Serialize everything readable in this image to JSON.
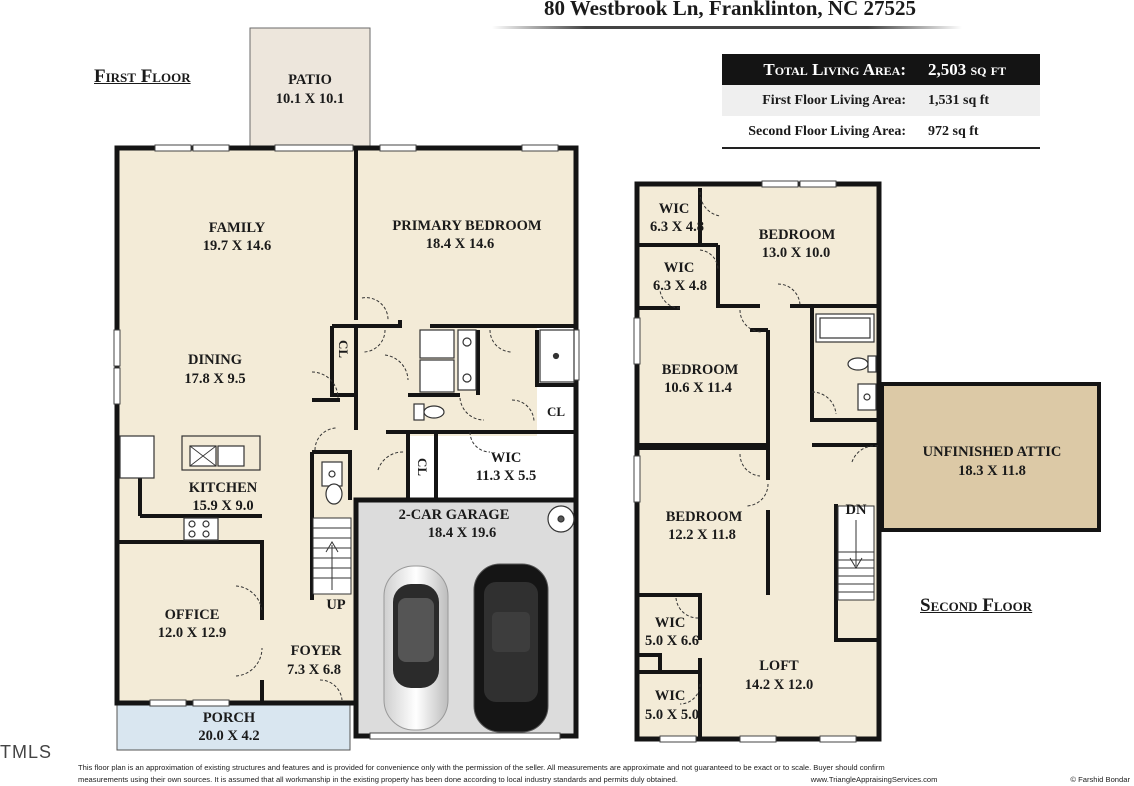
{
  "header": {
    "address": "80 Westbrook Ln, Franklinton, NC 27525"
  },
  "floors": {
    "first_title": "First Floor",
    "second_title": "Second Floor"
  },
  "area_summary": {
    "total_label": "Total Living Area:",
    "total_value": "2,503 sq ft",
    "first_label": "First Floor Living Area:",
    "first_value": "1,531 sq ft",
    "second_label": "Second Floor Living Area:",
    "second_value": "972 sq ft"
  },
  "first_floor_rooms": {
    "patio": {
      "name": "PATIO",
      "dims": "10.1 X 10.1"
    },
    "family": {
      "name": "FAMILY",
      "dims": "19.7 X 14.6"
    },
    "primary_bedroom": {
      "name": "PRIMARY BEDROOM",
      "dims": "18.4 X 14.6"
    },
    "dining": {
      "name": "DINING",
      "dims": "17.8 X 9.5"
    },
    "kitchen": {
      "name": "KITCHEN",
      "dims": "15.9 X 9.0"
    },
    "wic": {
      "name": "WIC",
      "dims": "11.3 X 5.5"
    },
    "garage": {
      "name": "2-CAR GARAGE",
      "dims": "18.4 X 19.6"
    },
    "office": {
      "name": "OFFICE",
      "dims": "12.0 X 12.9"
    },
    "foyer": {
      "name": "FOYER",
      "dims": "7.3 X 6.8"
    },
    "porch": {
      "name": "PORCH",
      "dims": "20.0 X 4.2"
    },
    "closet_a": "CL",
    "closet_b": "CL",
    "closet_c": "CL",
    "stairs_up": "UP"
  },
  "second_floor_rooms": {
    "wic_1": {
      "name": "WIC",
      "dims": "6.3 X 4.8"
    },
    "wic_2": {
      "name": "WIC",
      "dims": "6.3 X 4.8"
    },
    "bedroom_1": {
      "name": "BEDROOM",
      "dims": "13.0 X 10.0"
    },
    "bedroom_2": {
      "name": "BEDROOM",
      "dims": "10.6 X 11.4"
    },
    "bedroom_3": {
      "name": "BEDROOM",
      "dims": "12.2 X 11.8"
    },
    "attic": {
      "name": "UNFINISHED ATTIC",
      "dims": "18.3 X 11.8"
    },
    "wic_3": {
      "name": "WIC",
      "dims": "5.0 X 6.6"
    },
    "wic_4": {
      "name": "WIC",
      "dims": "5.0 X 5.0"
    },
    "loft": {
      "name": "LOFT",
      "dims": "14.2 X 12.0"
    },
    "stairs_down": "DN"
  },
  "footer": {
    "line1": "This floor plan is an approximation of existing structures and features and is provided for convenience only with the permission of the seller.  All measurements are approximate and not guaranteed to be exact or to scale.  Buyer should confirm",
    "line2_left": "measurements using their own sources.  It is assumed that all workmanship in the existing property has been done according to local industry standards and permits duly obtained.",
    "line2_site": "www.TriangleAppraisingServices.com",
    "line2_copyright": "© Farshid Bondar"
  },
  "watermark": "TMLS",
  "colors": {
    "room_fill": "#f3ebd7",
    "attic_fill": "#dcc9a6",
    "garage_fill": "#dcdcdc",
    "porch_fill": "#d9e6f0",
    "wall": "#141414"
  }
}
